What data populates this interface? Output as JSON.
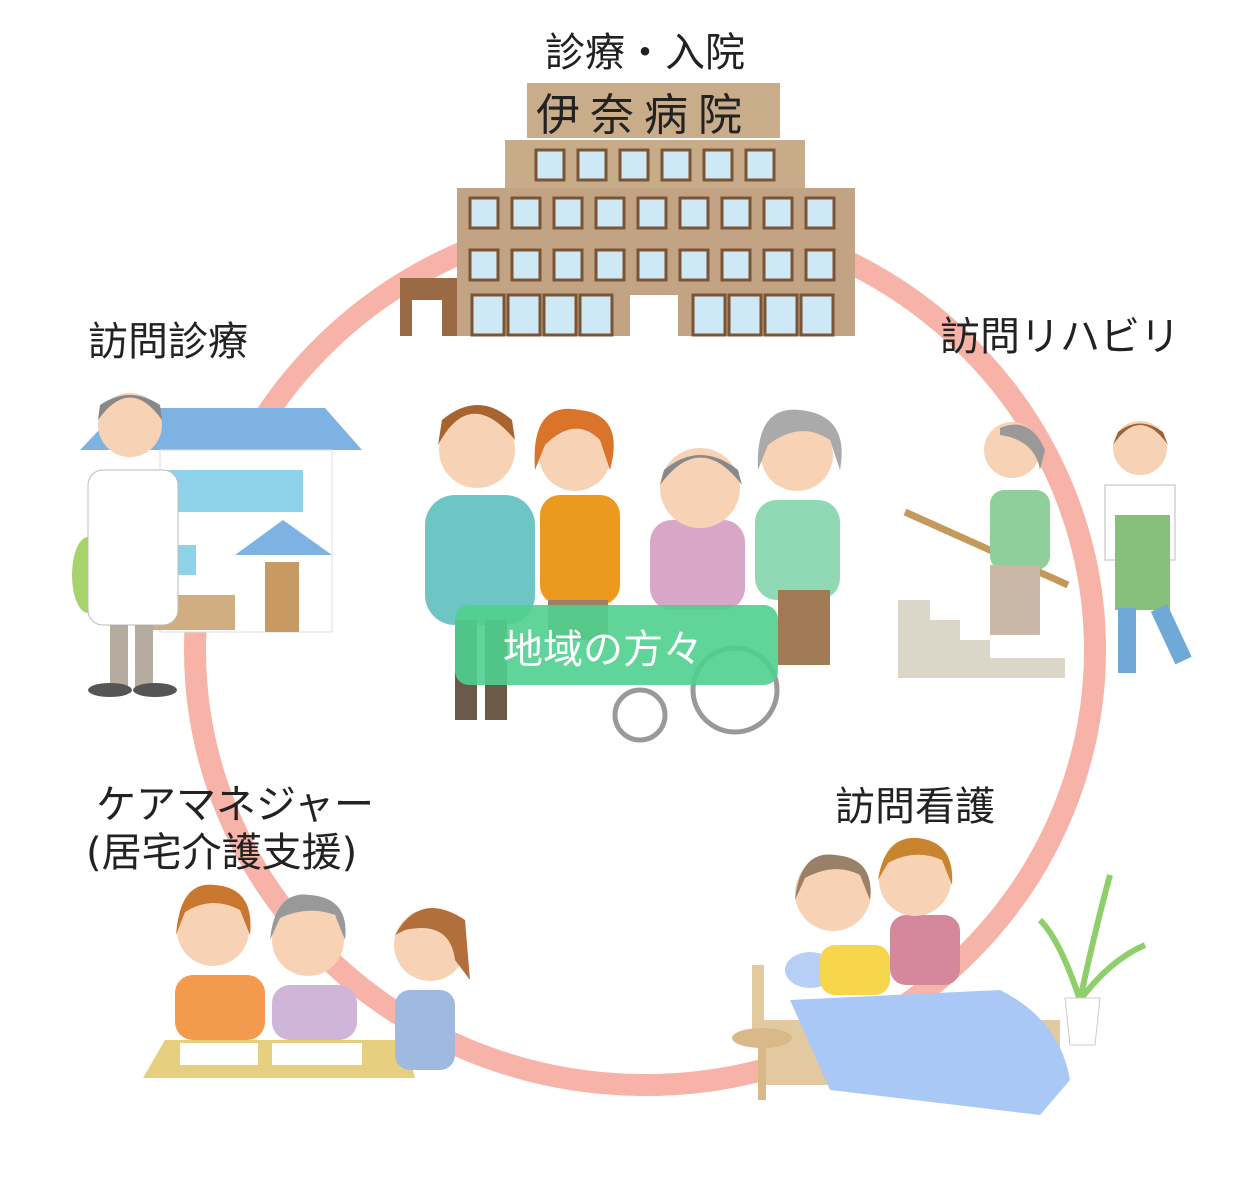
{
  "hospital": {
    "heading": "診療・入院",
    "sign": "伊奈病院"
  },
  "nodes": {
    "home_visit_medical": "訪問診療",
    "home_rehab": "訪問リハビリ",
    "home_nursing": "訪問看護",
    "care_manager_line1": "ケアマネジャー",
    "care_manager_line2": "(居宅介護支援)"
  },
  "center": {
    "label": "地域の方々"
  },
  "colors": {
    "ring": "#f8b3a8",
    "center_badge": "#4fcf8e",
    "building": "#c8ab88",
    "building_dark": "#9a6a45",
    "window": "#cfe8f5"
  }
}
